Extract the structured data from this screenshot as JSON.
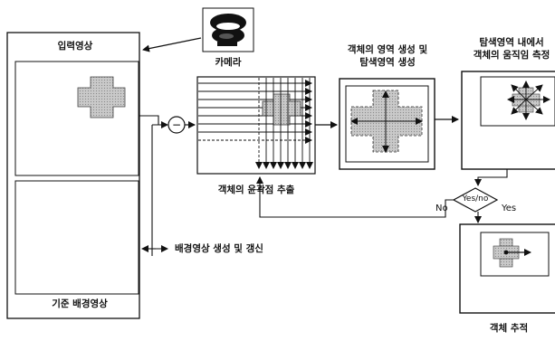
{
  "labels": {
    "input_image": "입력영상",
    "camera": "카메라",
    "reference_background": "기준 배경영상",
    "background_update": "배경영상 생성 및 갱신",
    "contour_extraction": "객체의 윤곽점 추출",
    "region_generation_line1": "객체의 영역 생성 및",
    "region_generation_line2": "탐색영역 생성",
    "motion_measure_line1": "탐색영역 내에서",
    "motion_measure_line2": "객체의 움직임 측정",
    "decision": "Yes/no",
    "yes": "Yes",
    "no": "No",
    "object_tracking": "객체 추적",
    "subtract_symbol": "−"
  }
}
